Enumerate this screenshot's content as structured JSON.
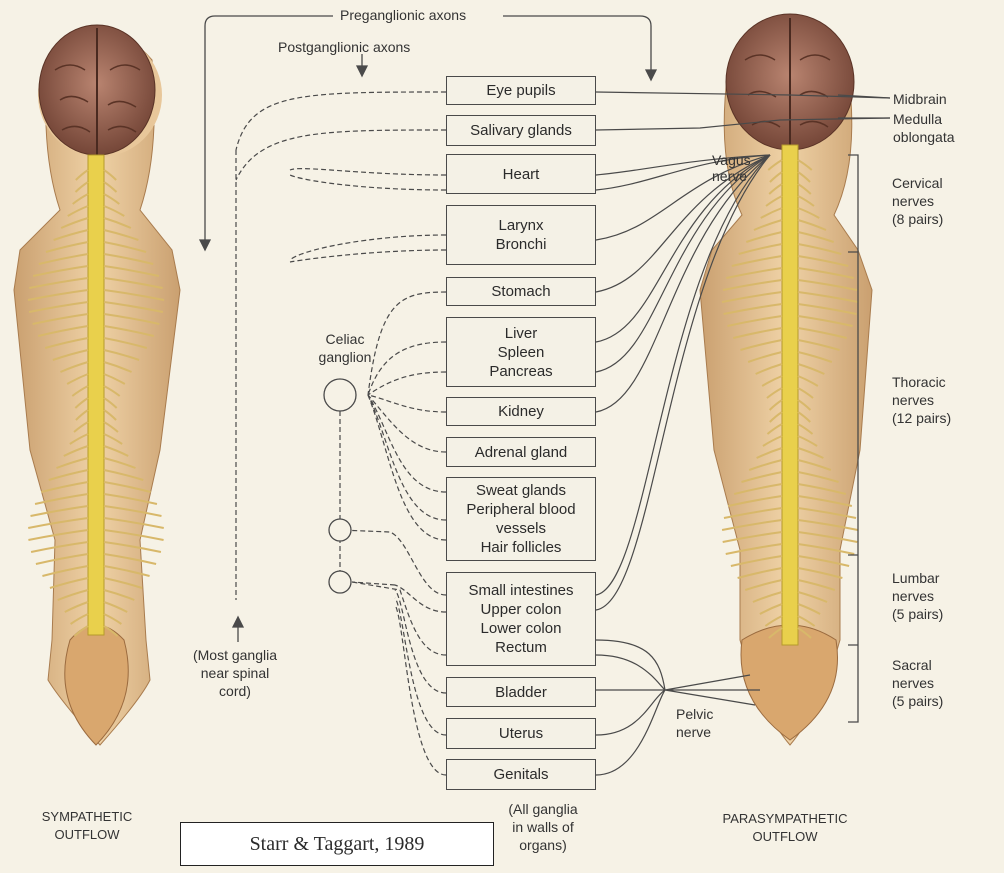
{
  "top_labels": {
    "preganglionic": "Preganglionic axons",
    "postganglionic": "Postganglionic axons"
  },
  "organs": [
    [
      "Eye pupils"
    ],
    [
      "Salivary glands"
    ],
    [
      "Heart"
    ],
    [
      "Larynx",
      "Bronchi"
    ],
    [
      "Stomach"
    ],
    [
      "Liver",
      "Spleen",
      "Pancreas"
    ],
    [
      "Kidney"
    ],
    [
      "Adrenal gland"
    ],
    [
      "Sweat glands",
      "Peripheral blood",
      "vessels",
      "Hair follicles"
    ],
    [
      "Small intestines",
      "Upper colon",
      "Lower colon",
      "Rectum"
    ],
    [
      "Bladder"
    ],
    [
      "Uterus"
    ],
    [
      "Genitals"
    ]
  ],
  "celiac": [
    "Celiac",
    "ganglion"
  ],
  "most_ganglia": [
    "(Most ganglia",
    "near spinal",
    "cord)"
  ],
  "all_ganglia": [
    "(All ganglia",
    "in walls of",
    "organs)"
  ],
  "vagus": [
    "Vagus",
    "nerve"
  ],
  "pelvic": [
    "Pelvic",
    "nerve"
  ],
  "brain_labels": {
    "midbrain": "Midbrain",
    "medulla": [
      "Medulla",
      "oblongata"
    ]
  },
  "regions": [
    [
      "Cervical",
      "nerves",
      "(8 pairs)"
    ],
    [
      "Thoracic",
      "nerves",
      "(12 pairs)"
    ],
    [
      "Lumbar",
      "nerves",
      "(5 pairs)"
    ],
    [
      "Sacral",
      "nerves",
      "(5 pairs)"
    ]
  ],
  "sympathetic": [
    "SYMPATHETIC",
    "OUTFLOW"
  ],
  "parasympathetic": [
    "PARASYMPATHETIC",
    "OUTFLOW"
  ],
  "credit": "Starr &  Taggart, 1989",
  "colors": {
    "body": "#e3bd8a",
    "brain": "#a9755f",
    "nerve": "#e9d04c",
    "line": "#4a4a4a"
  }
}
